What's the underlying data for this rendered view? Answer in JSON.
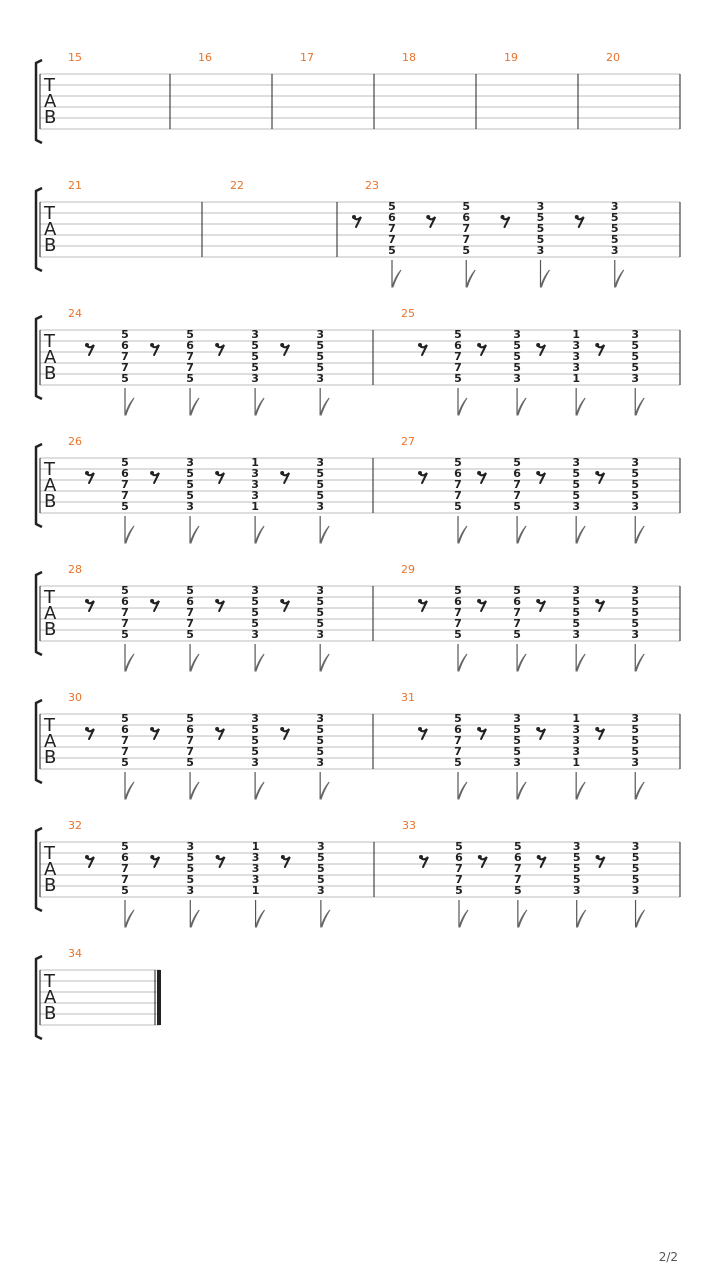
{
  "page": {
    "number": "2/2"
  },
  "tab_clef": [
    "T",
    "A",
    "B"
  ],
  "colors": {
    "measure_number": "#e8742c",
    "staff_line": "#bdbdbd",
    "ink": "#222222"
  },
  "chords": {
    "A": [
      "5",
      "6",
      "7",
      "7",
      "5"
    ],
    "B": [
      "3",
      "5",
      "5",
      "5",
      "3"
    ],
    "C": [
      "1",
      "3",
      "3",
      "3",
      "1"
    ]
  },
  "systems": [
    {
      "measures": [
        {
          "number": "15",
          "beats": []
        },
        {
          "number": "16",
          "beats": []
        },
        {
          "number": "17",
          "beats": []
        },
        {
          "number": "18",
          "beats": []
        },
        {
          "number": "19",
          "beats": []
        },
        {
          "number": "20",
          "beats": []
        }
      ]
    },
    {
      "measures": [
        {
          "number": "21",
          "beats": []
        },
        {
          "number": "22",
          "beats": []
        },
        {
          "number": "23",
          "beats": [
            "A",
            "A",
            "B",
            "B"
          ]
        }
      ]
    },
    {
      "measures": [
        {
          "number": "24",
          "beats": [
            "A",
            "A",
            "B",
            "B"
          ]
        },
        {
          "number": "25",
          "beats": [
            "A",
            "B",
            "C",
            "B"
          ]
        }
      ]
    },
    {
      "measures": [
        {
          "number": "26",
          "beats": [
            "A",
            "B",
            "C",
            "B"
          ]
        },
        {
          "number": "27",
          "beats": [
            "A",
            "A",
            "B",
            "B"
          ]
        }
      ]
    },
    {
      "measures": [
        {
          "number": "28",
          "beats": [
            "A",
            "A",
            "B",
            "B"
          ]
        },
        {
          "number": "29",
          "beats": [
            "A",
            "A",
            "B",
            "B"
          ]
        }
      ]
    },
    {
      "measures": [
        {
          "number": "30",
          "beats": [
            "A",
            "A",
            "B",
            "B"
          ]
        },
        {
          "number": "31",
          "beats": [
            "A",
            "B",
            "C",
            "B"
          ]
        }
      ]
    },
    {
      "measures": [
        {
          "number": "32",
          "beats": [
            "A",
            "B",
            "C",
            "B"
          ]
        },
        {
          "number": "33",
          "beats": [
            "A",
            "A",
            "B",
            "B"
          ]
        }
      ]
    },
    {
      "measures": [
        {
          "number": "34",
          "beats": []
        }
      ],
      "final_barline": true
    }
  ]
}
